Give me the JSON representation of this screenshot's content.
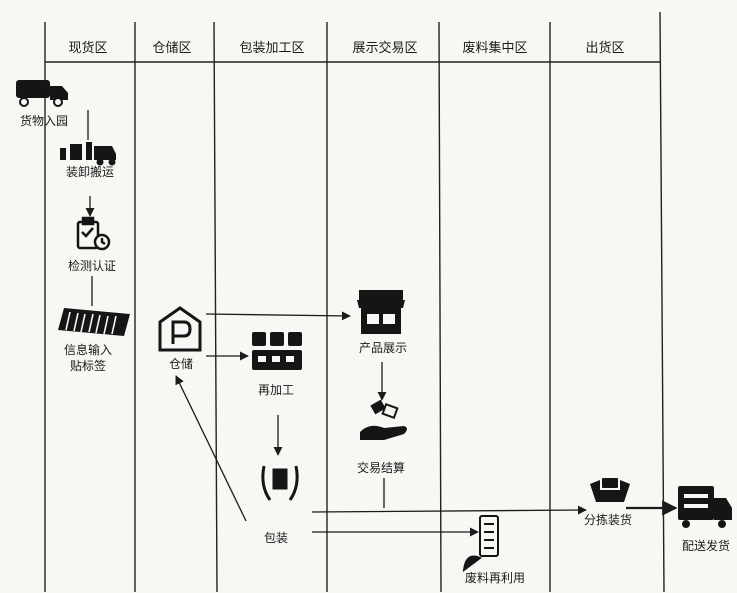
{
  "zones": [
    {
      "label": "现货区"
    },
    {
      "label": "仓储区"
    },
    {
      "label": "包装加工区"
    },
    {
      "label": "展示交易区"
    },
    {
      "label": "废料集中区"
    },
    {
      "label": "出货区"
    }
  ],
  "steps": {
    "goods_in": "货物入园",
    "handling": "装卸搬运",
    "inspection": "检测认证",
    "info_entry_line1": "信息输入",
    "info_entry_line2": "贴标签",
    "storage": "仓储",
    "display": "产品展示",
    "reprocess": "再加工",
    "trade": "交易结算",
    "packaging": "包装",
    "waste_reuse": "废料再利用",
    "sorting": "分拣装货",
    "delivery": "配送发货"
  },
  "icons": {
    "truck_in": "delivery-truck-icon",
    "forklift": "forklift-icon",
    "inspection": "clipboard-check-icon",
    "barcode": "barcode-scanner-icon",
    "warehouse": "parking-warehouse-icon",
    "shop": "storefront-icon",
    "machine": "processing-machine-icon",
    "trade": "hand-coins-icon",
    "package": "hands-package-icon",
    "recycle": "recycle-bin-icon",
    "sorting": "sorting-cart-icon",
    "truck_out": "delivery-truck-icon"
  }
}
